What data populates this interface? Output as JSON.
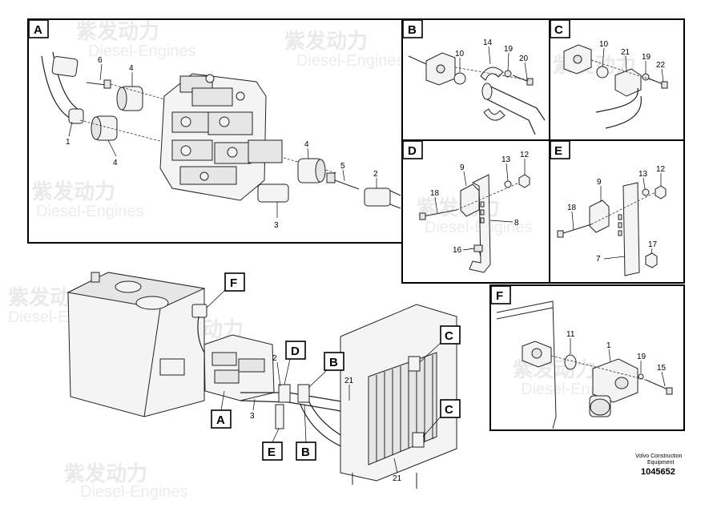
{
  "watermark": {
    "brand": "紫发动力",
    "sub": "Diesel-Engines"
  },
  "panels": {
    "A": {
      "tag": "A",
      "callouts": [
        "6",
        "4",
        "1",
        "4",
        "4",
        "5",
        "2",
        "3"
      ]
    },
    "B": {
      "tag": "B",
      "callouts": [
        "10",
        "14",
        "19",
        "20"
      ]
    },
    "C": {
      "tag": "C",
      "callouts": [
        "10",
        "21",
        "19",
        "22"
      ]
    },
    "D": {
      "tag": "D",
      "callouts": [
        "9",
        "13",
        "12",
        "18",
        "8",
        "16"
      ]
    },
    "E": {
      "tag": "E",
      "callouts": [
        "9",
        "13",
        "12",
        "18",
        "7",
        "17"
      ]
    },
    "F": {
      "tag": "F",
      "callouts": [
        "11",
        "1",
        "19",
        "15"
      ]
    }
  },
  "overview": {
    "tags": [
      "F",
      "D",
      "B",
      "C",
      "C",
      "A",
      "E",
      "B"
    ],
    "callouts": [
      "2",
      "21",
      "3",
      "21"
    ]
  },
  "footer": {
    "maker_line1": "Volvo Construction",
    "maker_line2": "Equipment",
    "doc_number": "1045652"
  }
}
